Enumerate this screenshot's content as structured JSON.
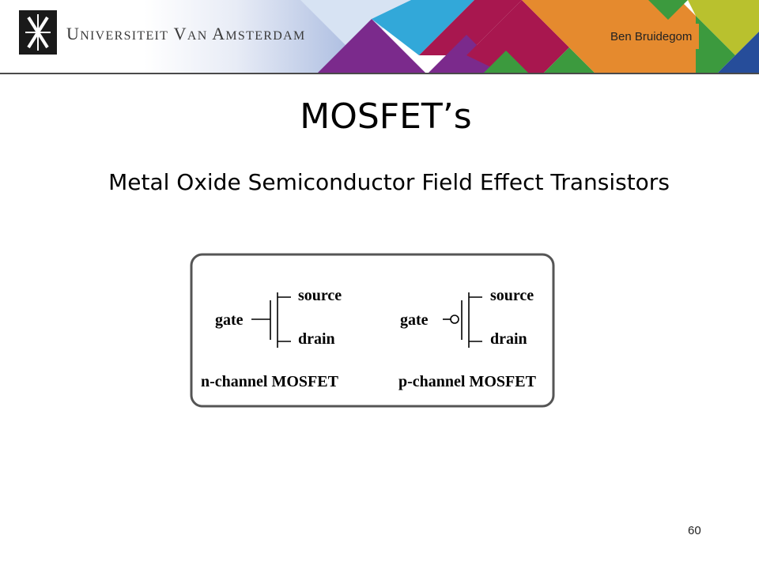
{
  "header": {
    "logo_icon": "uva-crest-icon",
    "university": {
      "first_initial": "U",
      "first_rest": "NIVERSITEIT",
      "second_initial": "V",
      "second_rest": "AN",
      "third_initial": "A",
      "third_rest": "MSTERDAM"
    },
    "author": "Ben Bruidegom",
    "colors": {
      "purple": "#7b2a8c",
      "crimson": "#a8174f",
      "cyan": "#32a8d9",
      "orange": "#e58a2e",
      "green": "#3c9a3e",
      "lime": "#b9c12e",
      "navy": "#264d9a"
    }
  },
  "slide": {
    "title": "MOSFET’s",
    "subtitle": "Metal Oxide Semiconductor Field Effect Transistors",
    "page_number": "60"
  },
  "diagram": {
    "n_channel": {
      "gate": "gate",
      "source": "source",
      "drain": "drain",
      "caption": "n-channel MOSFET"
    },
    "p_channel": {
      "gate": "gate",
      "source": "source",
      "drain": "drain",
      "caption": "p-channel MOSFET"
    }
  }
}
